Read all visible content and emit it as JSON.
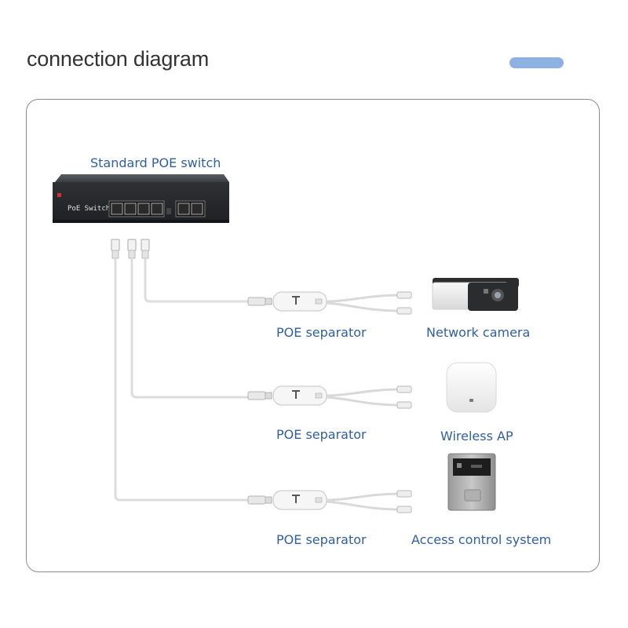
{
  "header": {
    "title": "connection diagram",
    "accent_color": "#8fb0e3"
  },
  "switch": {
    "label": "Standard POE switch",
    "brand_text": "PoE Switch",
    "icon": "poe-switch-icon"
  },
  "rows": [
    {
      "separator_label": "POE separator",
      "device_label": "Network camera",
      "device_icon": "camera-icon"
    },
    {
      "separator_label": "POE separator",
      "device_label": "Wireless AP",
      "device_icon": "wireless-ap-icon"
    },
    {
      "separator_label": "POE separator",
      "device_label": "Access control system",
      "device_icon": "access-control-icon"
    }
  ],
  "colors": {
    "label_blue": "#2f5fa0",
    "panel_border": "#8a8a8a",
    "cable": "#d9d9d9"
  }
}
